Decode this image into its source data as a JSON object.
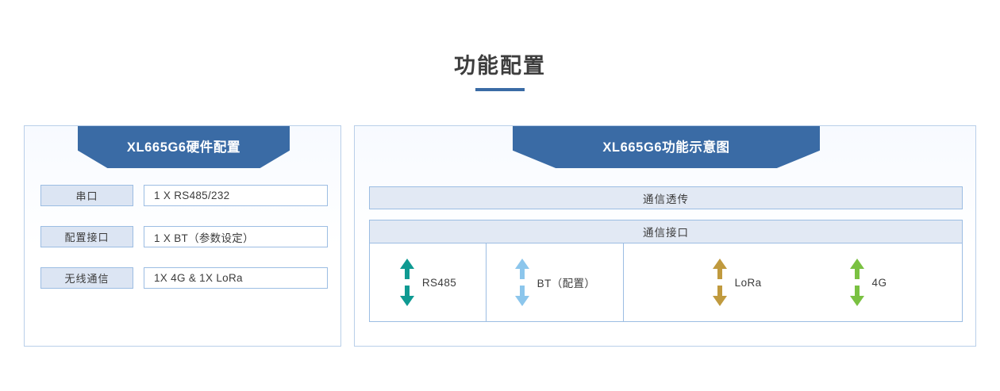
{
  "page": {
    "title": "功能配置",
    "accent_color": "#3a6ba5"
  },
  "left_panel": {
    "banner_title": "XL665G6硬件配置",
    "rows": [
      {
        "label": "串口",
        "value": "1 X RS485/232"
      },
      {
        "label": "配置接口",
        "value": "1 X BT（参数设定）"
      },
      {
        "label": "无线通信",
        "value": "1X 4G & 1X LoRa"
      }
    ]
  },
  "right_panel": {
    "banner_title": "XL665G6功能示意图",
    "bar_transparent": "通信透传",
    "bar_interface": "通信接口",
    "interfaces": [
      {
        "label": "RS485",
        "icon": "double-arrow-icon",
        "color": "#0f9a92"
      },
      {
        "label": "BT（配置）",
        "icon": "double-arrow-icon",
        "color": "#8cc6ec"
      },
      {
        "label": "LoRa",
        "icon": "double-arrow-icon",
        "color": "#c09a3e"
      },
      {
        "label": "4G",
        "icon": "double-arrow-icon",
        "color": "#7ac142"
      }
    ]
  }
}
